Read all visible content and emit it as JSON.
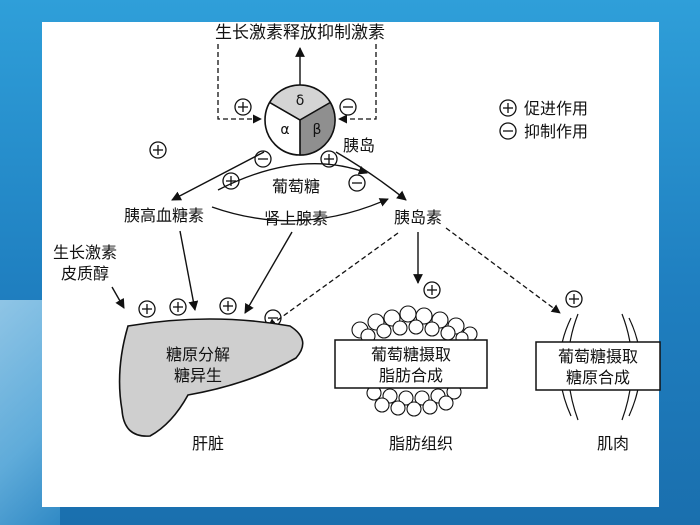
{
  "labels": {
    "gh_release_inhibit": "生长激素释放抑制激素",
    "islet": "胰岛",
    "glucagon": "胰高血糖素",
    "glucose": "葡萄糖",
    "adrenaline": "肾上腺素",
    "insulin": "胰岛素",
    "gh": "生长激素",
    "cortisol": "皮质醇",
    "liver_process_1": "糖原分解",
    "liver_process_2": "糖异生",
    "liver": "肝脏",
    "fat_process_1": "葡萄糖摄取",
    "fat_process_2": "脂肪合成",
    "fat_tissue": "脂肪组织",
    "muscle_process_1": "葡萄糖摄取",
    "muscle_process_2": "糖原合成",
    "muscle": "肌肉"
  },
  "islet_cells": {
    "delta": "δ",
    "alpha": "α",
    "beta": "β"
  },
  "legend": {
    "promote": "促进作用",
    "inhibit": "抑制作用"
  },
  "symbols": {
    "plus": "+",
    "minus": "−"
  }
}
